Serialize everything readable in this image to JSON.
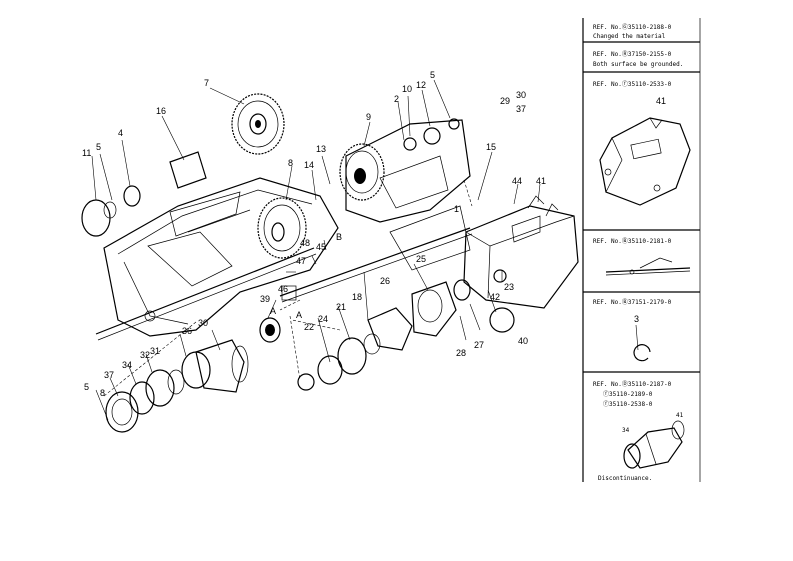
{
  "callouts": {
    "c1": "1",
    "c2": "2",
    "c4": "4",
    "c5a": "5",
    "c5b": "5",
    "c5c": "5",
    "c7": "7",
    "c8": "8",
    "c8b": "8",
    "c9": "9",
    "c10": "10",
    "c11": "11",
    "c12": "12",
    "c13": "13",
    "c14": "14",
    "c15": "15",
    "c16": "16",
    "c18": "18",
    "c21": "21",
    "c22": "22",
    "c23": "23",
    "c24": "24",
    "c25": "25",
    "c26": "26",
    "c27": "27",
    "c28": "28",
    "c29": "29",
    "c30": "30",
    "c31": "31",
    "c32": "32",
    "c34": "34",
    "c36": "36",
    "c37": "37",
    "c37b": "37",
    "c39": "39",
    "c40": "40",
    "c41": "41",
    "c42": "42",
    "c44": "44",
    "c45": "45",
    "c46": "46",
    "c47": "47",
    "c48": "48",
    "cA1": "A",
    "cA2": "A",
    "cB": "B"
  },
  "references": [
    {
      "ref": "REF. No.Ⓖ35110-2188-0",
      "note": "Changed the material"
    },
    {
      "ref": "REF. No.Ⓡ37150-2155-0",
      "note": "Both surface be grounded."
    },
    {
      "ref": "REF. No.ⓕ35110-2533-0",
      "note": "",
      "part": "41"
    },
    {
      "ref": "REF. No.Ⓑ35110-2181-0",
      "note": ""
    },
    {
      "ref": "REF. No.Ⓑ37151-2179-0",
      "note": "",
      "part": "3"
    },
    {
      "ref": "REF. No.Ⓓ35110-2187-0",
      "ref2": "ⓕ35110-2189-0",
      "ref3": "ⓕ35110-2538-0",
      "part_a": "34",
      "part_b": "41",
      "note": "Discontinuance."
    }
  ]
}
